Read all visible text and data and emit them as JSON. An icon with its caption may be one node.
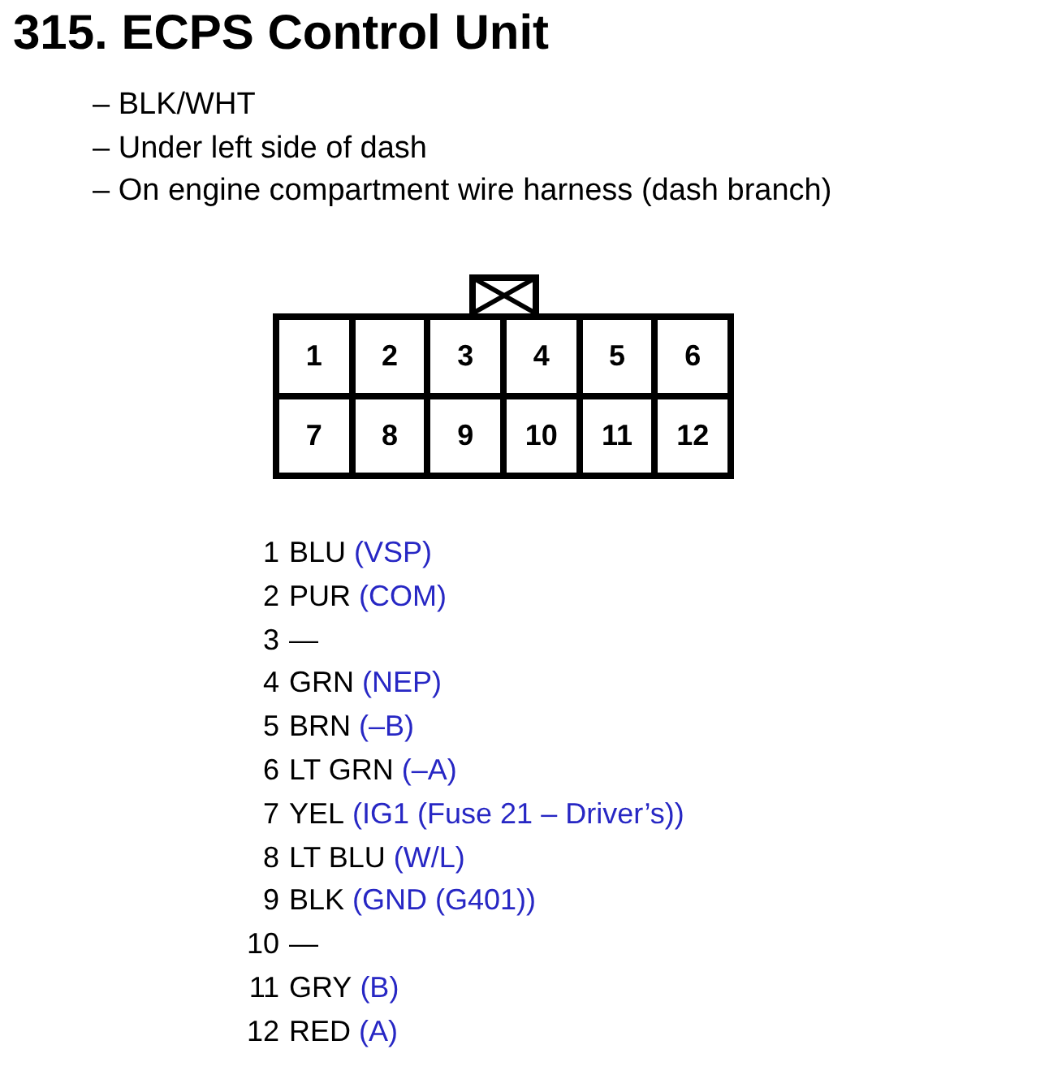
{
  "diagram": {
    "title": "315. ECPS Control Unit",
    "nodes": [
      {
        "text": [],
        "shape": "box"
      },
      {
        "text": [
          "1"
        ],
        "in": 0
      },
      {
        "text": [
          "2"
        ],
        "in": 0
      },
      {
        "text": [
          "3"
        ],
        "in": 0
      },
      {
        "text": [
          "4"
        ],
        "in": 0
      },
      {
        "text": [
          "5"
        ],
        "in": 0
      },
      {
        "text": [
          "6"
        ],
        "in": 0
      },
      {
        "text": [
          "7"
        ],
        "in": 0
      },
      {
        "text": [
          "8"
        ],
        "in": 0
      },
      {
        "text": [
          "9"
        ],
        "in": 0
      },
      {
        "text": [
          "10"
        ],
        "in": 0
      },
      {
        "text": [
          "11"
        ],
        "in": 0
      },
      {
        "text": [
          "12"
        ],
        "in": 0
      }
    ],
    "labels": [
      "– BLK/WHT",
      "– Under left side of dash",
      "– On engine compartment wire harness (dash branch)",
      "1",
      "BLU",
      "(VSP)",
      "2",
      "PUR",
      "(COM)",
      "3",
      "—",
      "4",
      "GRN",
      "(NEP)",
      "5",
      "BRN",
      "(–B)",
      "6",
      "LT GRN",
      "(–A)",
      "7",
      "YEL",
      "(IG1 (Fuse 21 – Driver’s))",
      "8",
      "LT BLU",
      "(W/L)",
      "9",
      "BLK",
      "(GND (G401))",
      "10",
      "—",
      "11",
      "GRY",
      "(B)",
      "12",
      "RED",
      "(A)"
    ]
  }
}
